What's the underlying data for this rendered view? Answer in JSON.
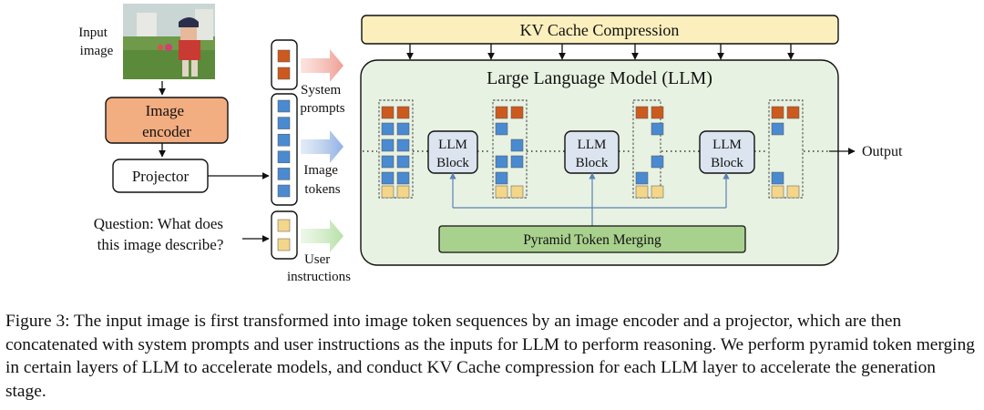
{
  "figure": {
    "input_image_label": [
      "Input",
      "image"
    ],
    "image_encoder_label": [
      "Image",
      "encoder"
    ],
    "projector_label": "Projector",
    "question_label": [
      "Question: What does",
      "this image describe?"
    ],
    "system_prompts_label": [
      "System",
      "prompts"
    ],
    "image_tokens_label": [
      "Image",
      "tokens"
    ],
    "user_instructions_label": [
      "User",
      "instructions"
    ],
    "kv_cache_label": "KV Cache Compression",
    "llm_title": "Large Language Model (LLM)",
    "llm_block_label": [
      "LLM",
      "Block"
    ],
    "pyramid_label": "Pyramid Token Merging",
    "output_label": "Output",
    "colors": {
      "system_token": "#cc5a1e",
      "image_token": "#4a8ad0",
      "instruction_token": "#f4d68a",
      "encoder_fill": "#f2ad80",
      "kv_fill": "#fbf0bd",
      "llm_fill": "#e8f2e2",
      "pyramid_fill": "#a9d18e",
      "block_fill": "#dbe4ef",
      "arrow_blue": "#5a82b4"
    }
  },
  "caption": "Figure 3: The input image is first transformed into image token sequences by an image encoder and a projector, which are then concatenated with system prompts and user instructions as the inputs for LLM to perform reasoning. We perform pyramid token merging in certain layers of LLM to accelerate models, and conduct KV Cache compression for each LLM layer to accelerate the generation stage."
}
